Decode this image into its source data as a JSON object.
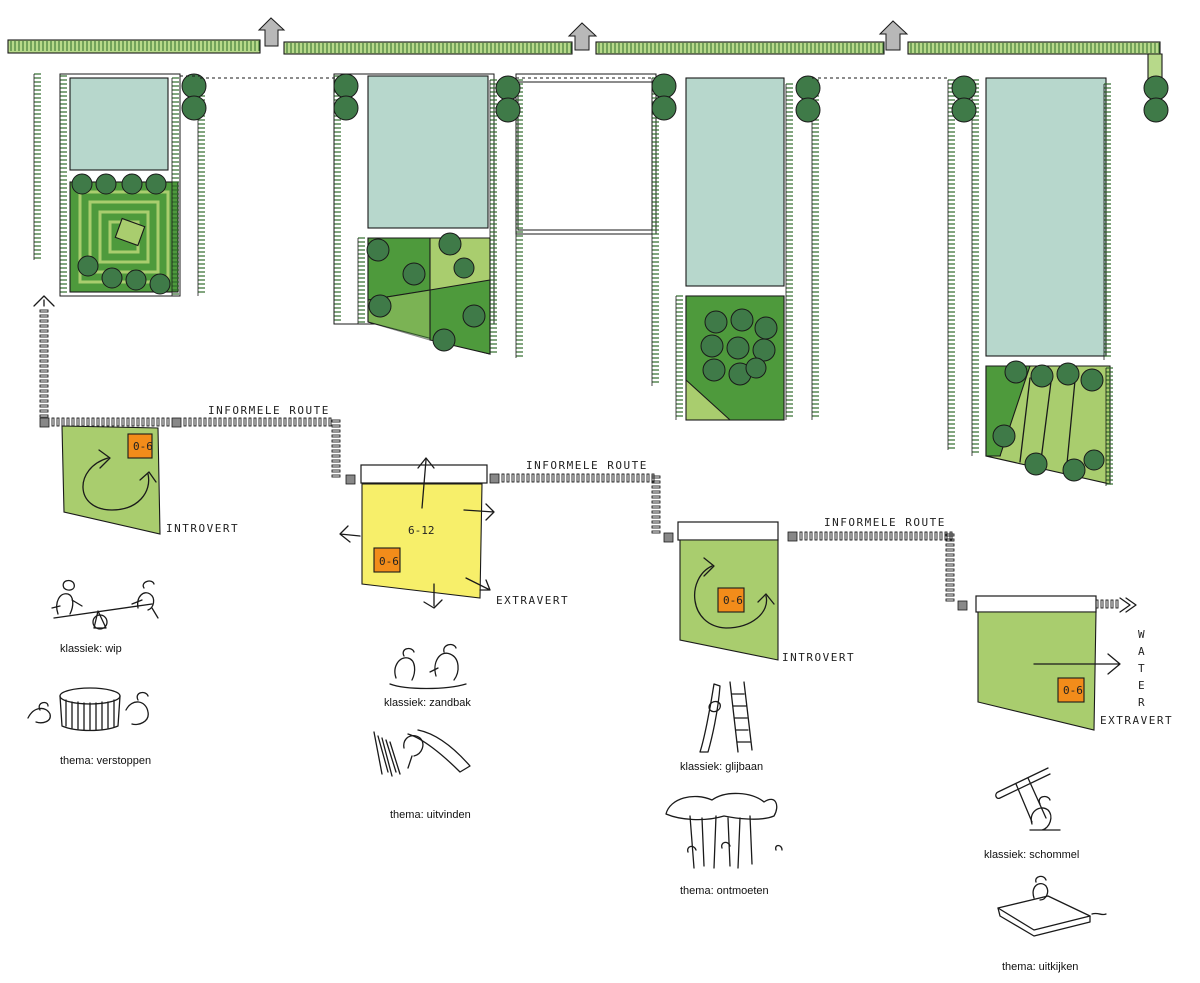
{
  "colors": {
    "hedge": "#b7d98a",
    "hedge_hatch": "#2f6a2a",
    "building": "#b7d7cc",
    "field_light": "#a9cd6e",
    "field_dark": "#4e9a3c",
    "tree": "#3f7a48",
    "hub_yellow": "#f7ef6a",
    "badge_orange": "#f28c1a",
    "arrow_grey": "#b8b8b8",
    "ink": "#1a1a1a"
  },
  "route_labels": [
    "INFORMELE ROUTE",
    "INFORMELE ROUTE",
    "INFORMELE ROUTE"
  ],
  "age_badges": {
    "badge1": "0-6",
    "badge2": "0-6",
    "badge3": "0-6",
    "badge4": "0-6",
    "hub_age": "6-12"
  },
  "playgrounds": [
    {
      "character": "INTROVERT",
      "classic": "klassiek: wip",
      "theme": "thema: verstoppen",
      "classic_icon": "seesaw-icon",
      "theme_icon": "hiding-tube-icon"
    },
    {
      "character": "EXTRAVERT",
      "classic": "klassiek: zandbak",
      "theme": "thema: uitvinden",
      "classic_icon": "sandbox-icon",
      "theme_icon": "invention-slide-icon"
    },
    {
      "character": "INTROVERT",
      "classic": "klassiek: glijbaan",
      "theme": "thema: ontmoeten",
      "classic_icon": "slide-icon",
      "theme_icon": "meeting-trees-icon"
    },
    {
      "character": "EXTRAVERT",
      "classic": "klassiek: schommel",
      "theme": "thema: uitkijken",
      "classic_icon": "swing-icon",
      "theme_icon": "lookout-platform-icon"
    }
  ],
  "water_label": "WATER"
}
